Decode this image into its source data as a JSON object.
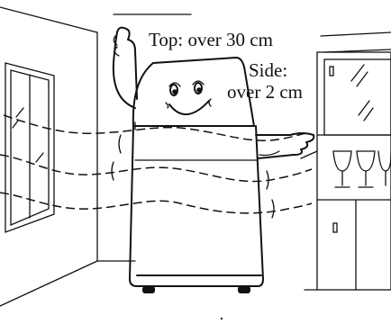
{
  "labels": {
    "top_clearance": "Top: over 30 cm",
    "side_clearance_line1": "Side:",
    "side_clearance_line2": "over 2 cm"
  }
}
